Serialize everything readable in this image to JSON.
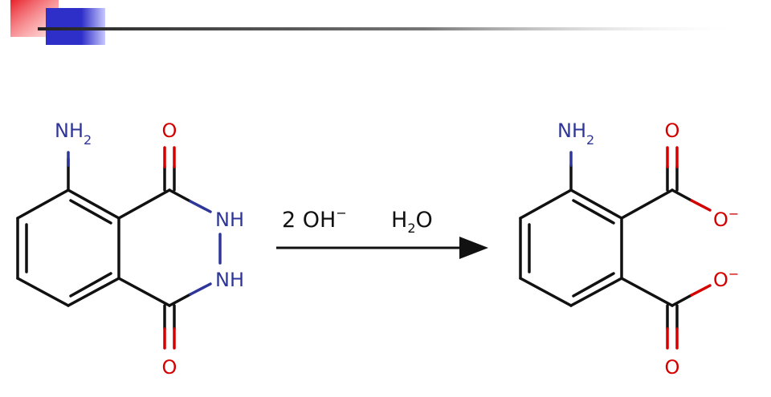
{
  "colors": {
    "bond": "#111111",
    "oxygen": "#d40000",
    "nitrogen": "#2f3699",
    "accent_red": "#e8202a",
    "accent_blue": "#2e2ec8"
  },
  "reactant": {
    "nh2": "NH",
    "nh2_sub": "2",
    "o_top": "O",
    "o_bottom": "O",
    "nh_top": "NH",
    "nh_bottom": "NH"
  },
  "conditions": {
    "base_coeff": "2 OH",
    "base_charge": "−",
    "water_h": "H",
    "water_sub": "2",
    "water_o": "O"
  },
  "product": {
    "nh2": "NH",
    "nh2_sub": "2",
    "o_top": "O",
    "o_minus_top": "O",
    "o_minus_top_charge": "−",
    "o_minus_bottom": "O",
    "o_minus_bottom_charge": "−",
    "o_bottom": "O"
  }
}
